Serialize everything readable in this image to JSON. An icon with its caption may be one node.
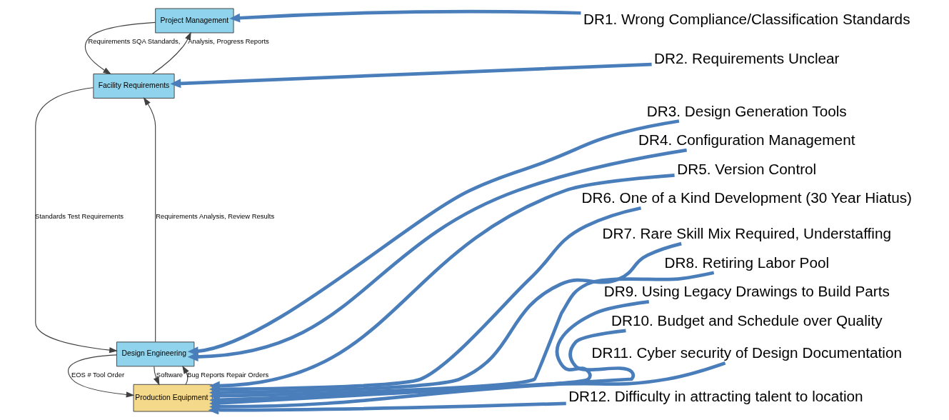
{
  "diagram": {
    "nodes": [
      {
        "text": [
          "Project Management"
        ]
      },
      {
        "text": [
          "Facility Requirements"
        ]
      },
      {
        "text": [
          "Design Engineering"
        ]
      },
      {
        "text": [
          "Production Equipment"
        ]
      },
      {
        "text": [
          "DR1. Wrong Compliance/Classification Standards"
        ]
      },
      {
        "text": [
          "DR2. Requirements Unclear"
        ]
      },
      {
        "text": [
          "DR3. Design Generation Tools"
        ]
      },
      {
        "text": [
          "DR4. Configuration Management"
        ]
      },
      {
        "text": [
          "DR5. Version Control"
        ]
      },
      {
        "text": [
          "DR6. One of a Kind Development (30 Year Hiatus)"
        ]
      },
      {
        "text": [
          "DR7. Rare Skill Mix Required, Understaffing"
        ]
      },
      {
        "text": [
          "DR8. Retiring Labor Pool"
        ]
      },
      {
        "text": [
          "DR9. Using Legacy Drawings to Build Parts"
        ]
      },
      {
        "text": [
          "DR10. Budget and Schedule over Quality"
        ]
      },
      {
        "text": [
          "DR11. Cyber security of Design Documentation"
        ]
      },
      {
        "text": [
          "DR12. Difficulty in attracting talent to location"
        ]
      }
    ],
    "edges": [
      {
        "from": 0,
        "to": 1,
        "arrow": "to",
        "label": "Requirements SQA Standards,",
        "color": "#404040"
      },
      {
        "from": 1,
        "to": 0,
        "arrow": "to",
        "label": "Analysis, Progress Reports",
        "color": "#404040"
      },
      {
        "from": 1,
        "to": 2,
        "arrow": "to",
        "label": "Standards Test Requirements",
        "color": "#404040"
      },
      {
        "from": 2,
        "to": 1,
        "arrow": "to",
        "label": "Requirements Analysis, Review Results",
        "color": "#404040"
      },
      {
        "from": 2,
        "to": 3,
        "arrow": "to",
        "label": "EOS # Tool Order",
        "color": "#404040"
      },
      {
        "from": 2,
        "to": 3,
        "arrow": "to",
        "label": "Software",
        "color": "#404040"
      },
      {
        "from": 3,
        "to": 2,
        "arrow": "to",
        "label": "Bug Reports Repair Orders",
        "color": "#404040"
      },
      {
        "from": 4,
        "to": 0,
        "arrow": "to"
      },
      {
        "from": 5,
        "to": 1,
        "arrow": "to"
      },
      {
        "from": 6,
        "to": 2,
        "arrow": "to"
      },
      {
        "from": 7,
        "to": 2,
        "arrow": "to"
      },
      {
        "from": 8,
        "to": 3,
        "arrow": "to"
      },
      {
        "from": 9,
        "to": 3,
        "arrow": "to"
      },
      {
        "from": 10,
        "to": 3,
        "arrow": "to"
      },
      {
        "from": 11,
        "to": 3,
        "arrow": "to"
      },
      {
        "from": 12,
        "to": 3,
        "arrow": "to"
      },
      {
        "from": 13,
        "to": 3,
        "arrow": "to"
      },
      {
        "from": 14,
        "to": 3,
        "arrow": "to"
      },
      {
        "from": 15,
        "to": 3,
        "arrow": "to"
      }
    ]
  }
}
